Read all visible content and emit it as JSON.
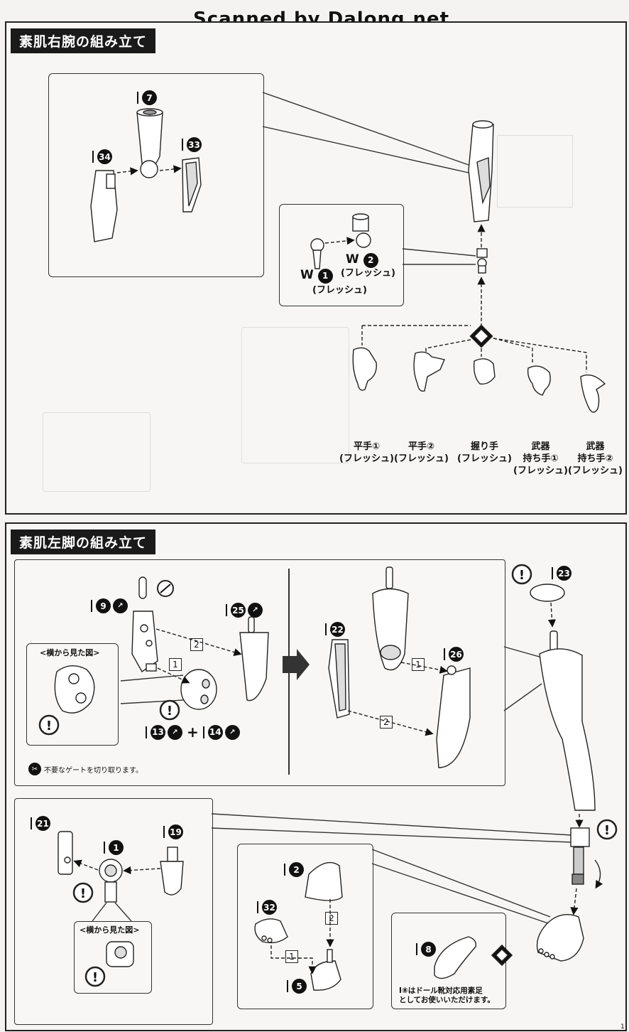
{
  "watermark": "Scanned by Dalong.net",
  "arm_section": {
    "title": "素肌右腕の組み立て",
    "parts": {
      "p7": "7",
      "p34": "34",
      "p33": "33",
      "w1_letter": "W",
      "w1_num": "1",
      "w1_label": "(フレッシュ)",
      "w2_letter": "W",
      "w2_num": "2",
      "w2_label": "(フレッシュ)"
    },
    "choice_icon": "choice-diamond-icon",
    "hands": [
      {
        "line1": "平手①",
        "line2": "(フレッシュ)"
      },
      {
        "line1": "平手②",
        "line2": "(フレッシュ)"
      },
      {
        "line1": "握り手",
        "line2": "(フレッシュ)"
      },
      {
        "line1": "武器",
        "line2": "持ち手①",
        "line3": "(フレッシュ)"
      },
      {
        "line1": "武器",
        "line2": "持ち手②",
        "line3": "(フレッシュ)"
      }
    ]
  },
  "leg_section": {
    "title": "素肌左脚の組み立て",
    "side_view_label": "<横から見た図>",
    "side_view_label2": "<横から見た図>",
    "gate_note": "不要なゲートを切り取ります。",
    "parts": {
      "p9": "9",
      "p25": "25",
      "p13": "13",
      "p14": "14",
      "plus": "+",
      "p22": "22",
      "p26": "26",
      "p23": "23",
      "p21": "21",
      "p1": "1",
      "p19": "19",
      "p2": "2",
      "p32": "32",
      "p5": "5",
      "p8": "8"
    },
    "steps": {
      "s1": "1",
      "s2": "2",
      "s3": "1",
      "s4": "2",
      "s5": "2",
      "s6": "1"
    },
    "doll_note_line1": "I⑧はドール靴対応用素足",
    "doll_note_line2": "としてお使いいただけます。"
  },
  "page_number": "1"
}
